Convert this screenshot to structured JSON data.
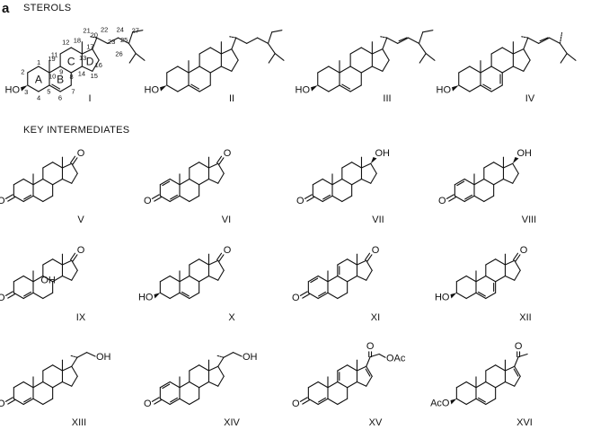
{
  "panel_label": "a",
  "sections": {
    "sterols": "STEROLS",
    "intermediates": "KEY  INTERMEDIATES"
  },
  "ring_labels": [
    "A",
    "B",
    "C",
    "D"
  ],
  "atom_numbers": [
    "1",
    "2",
    "3",
    "4",
    "5",
    "6",
    "7",
    "8",
    "9",
    "10",
    "11",
    "12",
    "13",
    "14",
    "15",
    "16",
    "17",
    "18",
    "19",
    "20",
    "21",
    "22",
    "23",
    "24",
    "25",
    "26",
    "27"
  ],
  "compounds": [
    {
      "id": "I",
      "label": "I"
    },
    {
      "id": "II",
      "label": "II"
    },
    {
      "id": "III",
      "label": "III"
    },
    {
      "id": "IV",
      "label": "IV"
    },
    {
      "id": "V",
      "label": "V"
    },
    {
      "id": "VI",
      "label": "VI"
    },
    {
      "id": "VII",
      "label": "VII"
    },
    {
      "id": "VIII",
      "label": "VIII"
    },
    {
      "id": "IX",
      "label": "IX"
    },
    {
      "id": "X",
      "label": "X"
    },
    {
      "id": "XI",
      "label": "XI"
    },
    {
      "id": "XII",
      "label": "XII"
    },
    {
      "id": "XIII",
      "label": "XIII"
    },
    {
      "id": "XIV",
      "label": "XIV"
    },
    {
      "id": "XV",
      "label": "XV"
    },
    {
      "id": "XVI",
      "label": "XVI"
    }
  ],
  "atoms": {
    "HO": "HO",
    "O": "O",
    "OH": "OH",
    "OAc": "OAc",
    "AcO": "AcO"
  }
}
